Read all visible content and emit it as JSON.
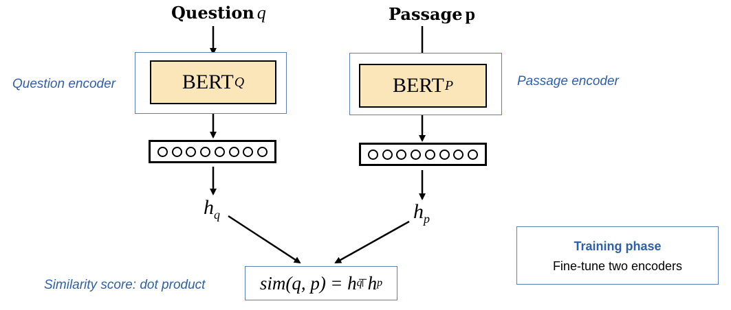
{
  "question_input": {
    "word": "Question",
    "variable": "q"
  },
  "passage_input": {
    "word": "Passage",
    "variable": "p"
  },
  "question_encoder": {
    "label": "Question encoder",
    "model": "BERT",
    "subscript": "Q"
  },
  "passage_encoder": {
    "label": "Passage encoder",
    "model": "BERT",
    "subscript": "P"
  },
  "question_vector": {
    "circle_count": 8
  },
  "passage_vector": {
    "circle_count": 8
  },
  "question_embedding": {
    "symbol": "h",
    "subscript": "q"
  },
  "passage_embedding": {
    "symbol": "h",
    "subscript": "p"
  },
  "similarity": {
    "label": "Similarity score: dot product",
    "lhs": "sim(q, p)",
    "equals": "=",
    "h1": "h",
    "h1_sub": "q",
    "h1_sup": "⊤",
    "h2": "h",
    "h2_sub": "p"
  },
  "training": {
    "title": "Training phase",
    "subtitle": "Fine-tune two encoders"
  },
  "colors": {
    "accent_blue": "#2e5fa8",
    "frame_blue": "#5b7fb6",
    "bert_fill": "#fbe6b9"
  }
}
